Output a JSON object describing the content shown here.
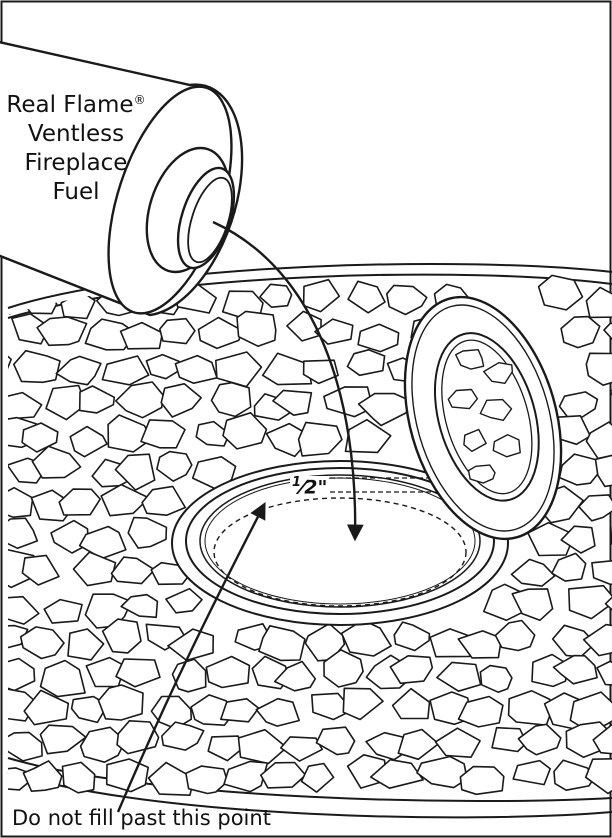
{
  "labels": {
    "fuel_line1": "Real Flame",
    "fuel_registered": "®",
    "fuel_line2": "Ventless",
    "fuel_line3": "Fireplace",
    "fuel_line4": "Fuel",
    "fill_limit": "Do not fill past this point",
    "depth_num": "1",
    "depth_den": "2",
    "depth_unit": "\""
  },
  "icons": {
    "pour_arrow": "arrow-down-curved",
    "limit_pointer": "arrow-up-right"
  },
  "colors": {
    "line": "#1a1a1a",
    "background": "#ffffff"
  }
}
